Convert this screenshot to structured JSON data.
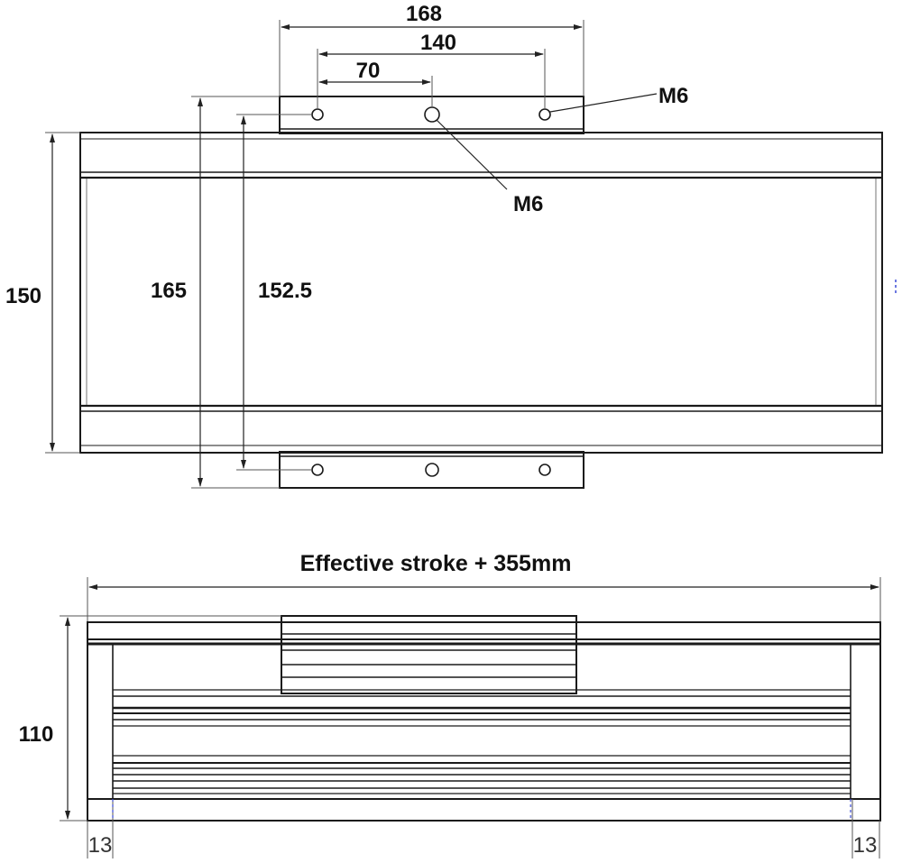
{
  "top_view": {
    "dims": {
      "width_168": "168",
      "width_140": "140",
      "width_70": "70",
      "height_150": "150",
      "height_165": "165",
      "height_152_5": "152.5"
    },
    "callouts": {
      "thread_right": "M6",
      "thread_center": "M6"
    }
  },
  "side_view": {
    "dims": {
      "overall_length": "Effective stroke + 355mm",
      "height_110": "110",
      "end_left": "13",
      "end_right": "13"
    }
  },
  "colors": {
    "line": "#1a1a1a",
    "background": "#ffffff"
  }
}
